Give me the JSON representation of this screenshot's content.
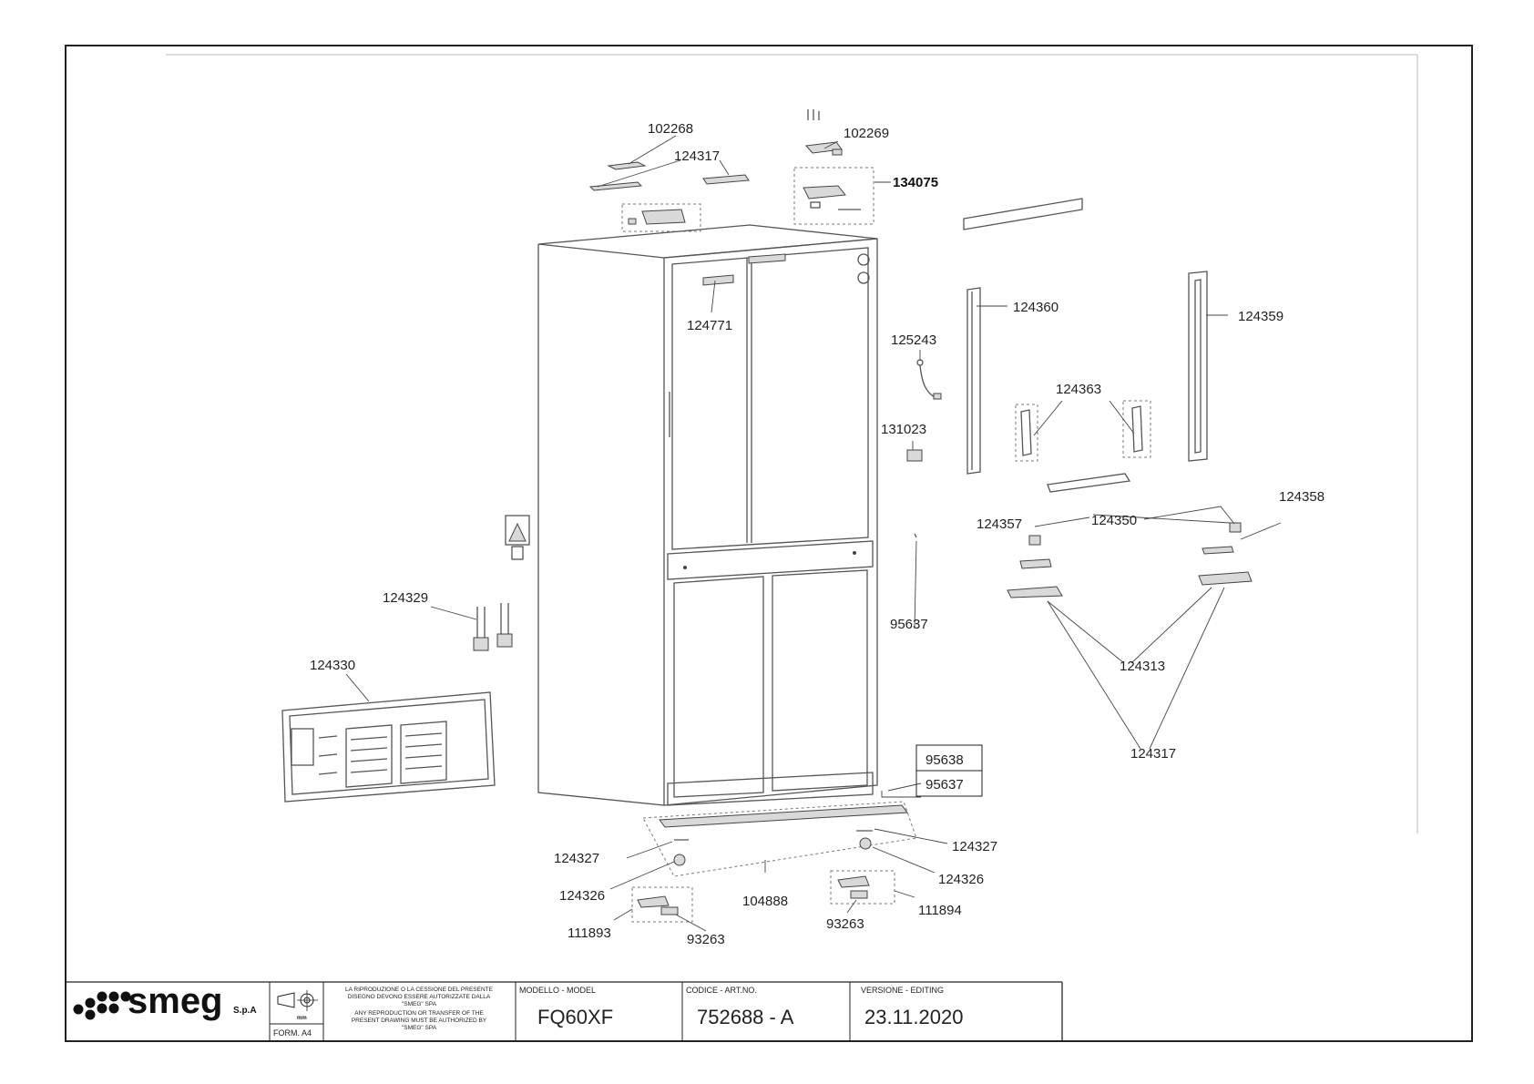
{
  "part_labels": {
    "p102268": "102268",
    "p102269": "102269",
    "p124317_top": "124317",
    "p134075": "134075",
    "p124771": "124771",
    "p124360": "124360",
    "p124359": "124359",
    "p125243": "125243",
    "p124363": "124363",
    "p131023": "131023",
    "p124358": "124358",
    "p124357": "124357",
    "p124350": "124350",
    "p95637_mid": "95637",
    "p124313": "124313",
    "p124317_right": "124317",
    "p124329": "124329",
    "p124330": "124330",
    "p95638_box": "95638",
    "p95637_box": "95637",
    "p124327_left": "124327",
    "p124327_right": "124327",
    "p124326_left": "124326",
    "p124326_right": "124326",
    "p104888": "104888",
    "p111893": "111893",
    "p111894": "111894",
    "p93263_left": "93263",
    "p93263_right": "93263"
  },
  "title_block": {
    "brand": "smeg",
    "brand_suffix": "S.p.A",
    "format": "FORM. A4",
    "notice_it": [
      "LA RIPRODUZIONE O LA CESSIONE DEL PRESENTE",
      "DISEGNO DEVONO ESSERE AUTORIZZATE DALLA",
      "\"SMEG\" SPA"
    ],
    "notice_en": [
      "ANY REPRODUCTION OR TRANSFER OF THE",
      "PRESENT DRAWING MUST BE AUTHORIZED BY",
      "\"SMEG\" SPA"
    ],
    "model_label": "MODELLO - MODEL",
    "model_value": "FQ60XF",
    "code_label": "CODICE - ART.NO.",
    "code_value": "752688 - A",
    "version_label": "VERSIONE - EDITING",
    "version_value": "23.11.2020"
  }
}
